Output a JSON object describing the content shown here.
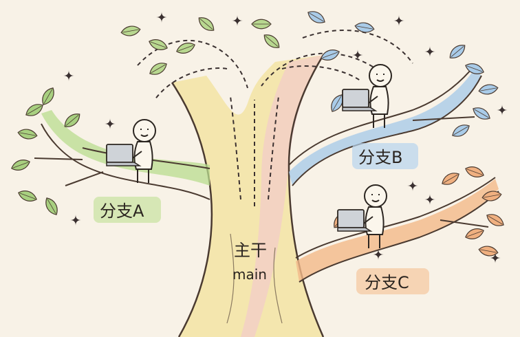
{
  "trunk": {
    "title": "主干",
    "subtitle": "main"
  },
  "branches": [
    {
      "label": "分支A",
      "color": "#b9dc8f"
    },
    {
      "label": "分支B",
      "color": "#a9cbe8"
    },
    {
      "label": "分支C",
      "color": "#f2b98a"
    }
  ],
  "colors": {
    "background": "#f8f2e7",
    "outline": "#4a3a30",
    "trunk": "#f3e2a0",
    "trunk_pink": "#f1c6cf"
  }
}
